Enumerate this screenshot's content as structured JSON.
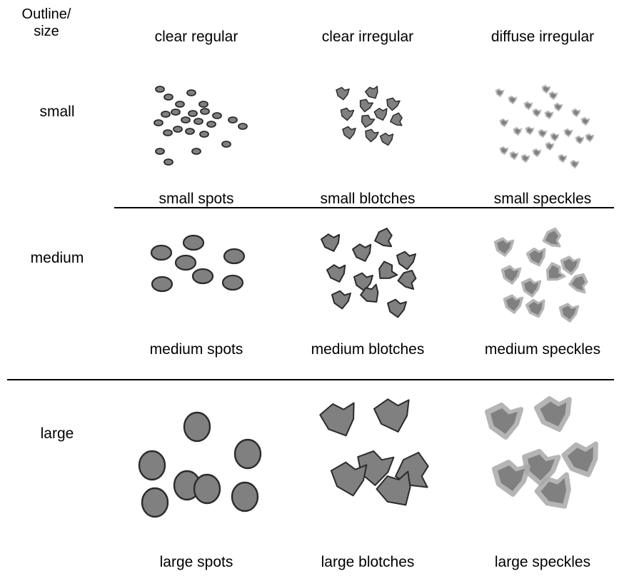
{
  "header": {
    "corner": "Outline/ size",
    "columns": [
      "clear regular",
      "clear irregular",
      "diffuse irregular"
    ]
  },
  "rows": [
    {
      "label": "small",
      "captions": [
        "small spots",
        "small blotches",
        "small speckles"
      ]
    },
    {
      "label": "medium",
      "captions": [
        "medium spots",
        "medium blotches",
        "medium speckles"
      ]
    },
    {
      "label": "large",
      "captions": [
        "large spots",
        "large blotches",
        "large speckles"
      ]
    }
  ],
  "colors": {
    "fill": "#808080",
    "stroke": "#2b2b2b",
    "halo": "#a9a9a9",
    "rule": "#000000"
  }
}
